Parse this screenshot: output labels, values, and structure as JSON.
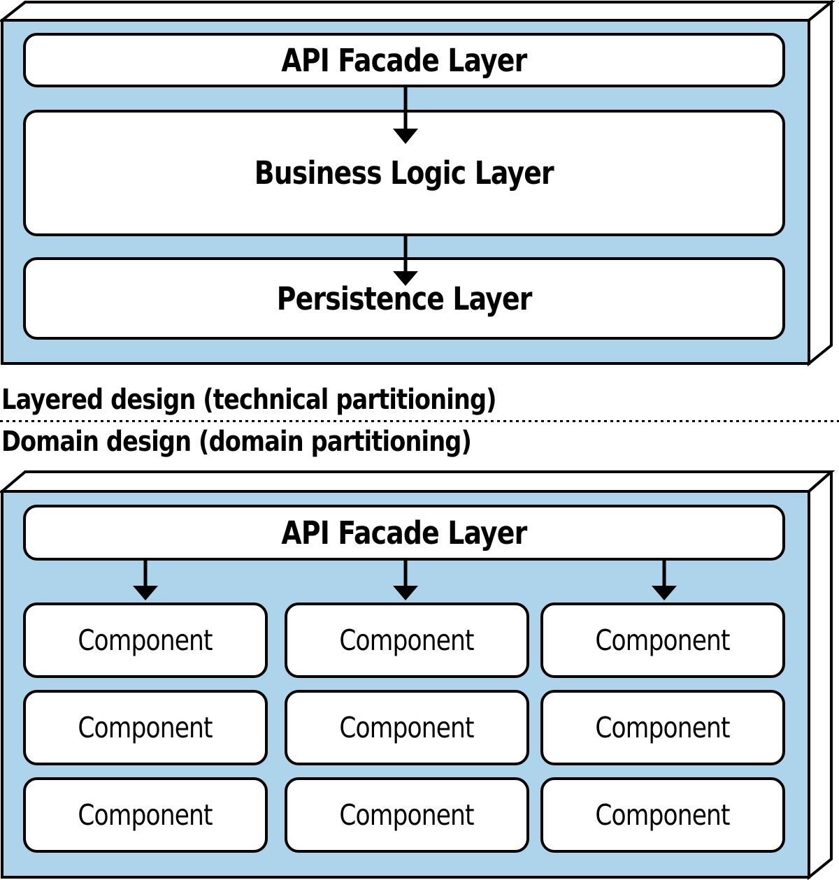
{
  "colors": {
    "panel_blue": "#aed4ec",
    "face_white": "#ffffff",
    "line_black": "#000000",
    "box_fill": "#ffffff"
  },
  "sections": {
    "layered_label": "Layered design (technical partitioning)",
    "domain_label": "Domain design (domain partitioning)"
  },
  "layered_diagram": {
    "layers": [
      {
        "label": "API Facade Layer"
      },
      {
        "label": "Business Logic Layer"
      },
      {
        "label": "Persistence Layer"
      }
    ]
  },
  "domain_diagram": {
    "facade_label": "API Facade Layer",
    "components": [
      "Component",
      "Component",
      "Component",
      "Component",
      "Component",
      "Component",
      "Component",
      "Component",
      "Component"
    ]
  }
}
